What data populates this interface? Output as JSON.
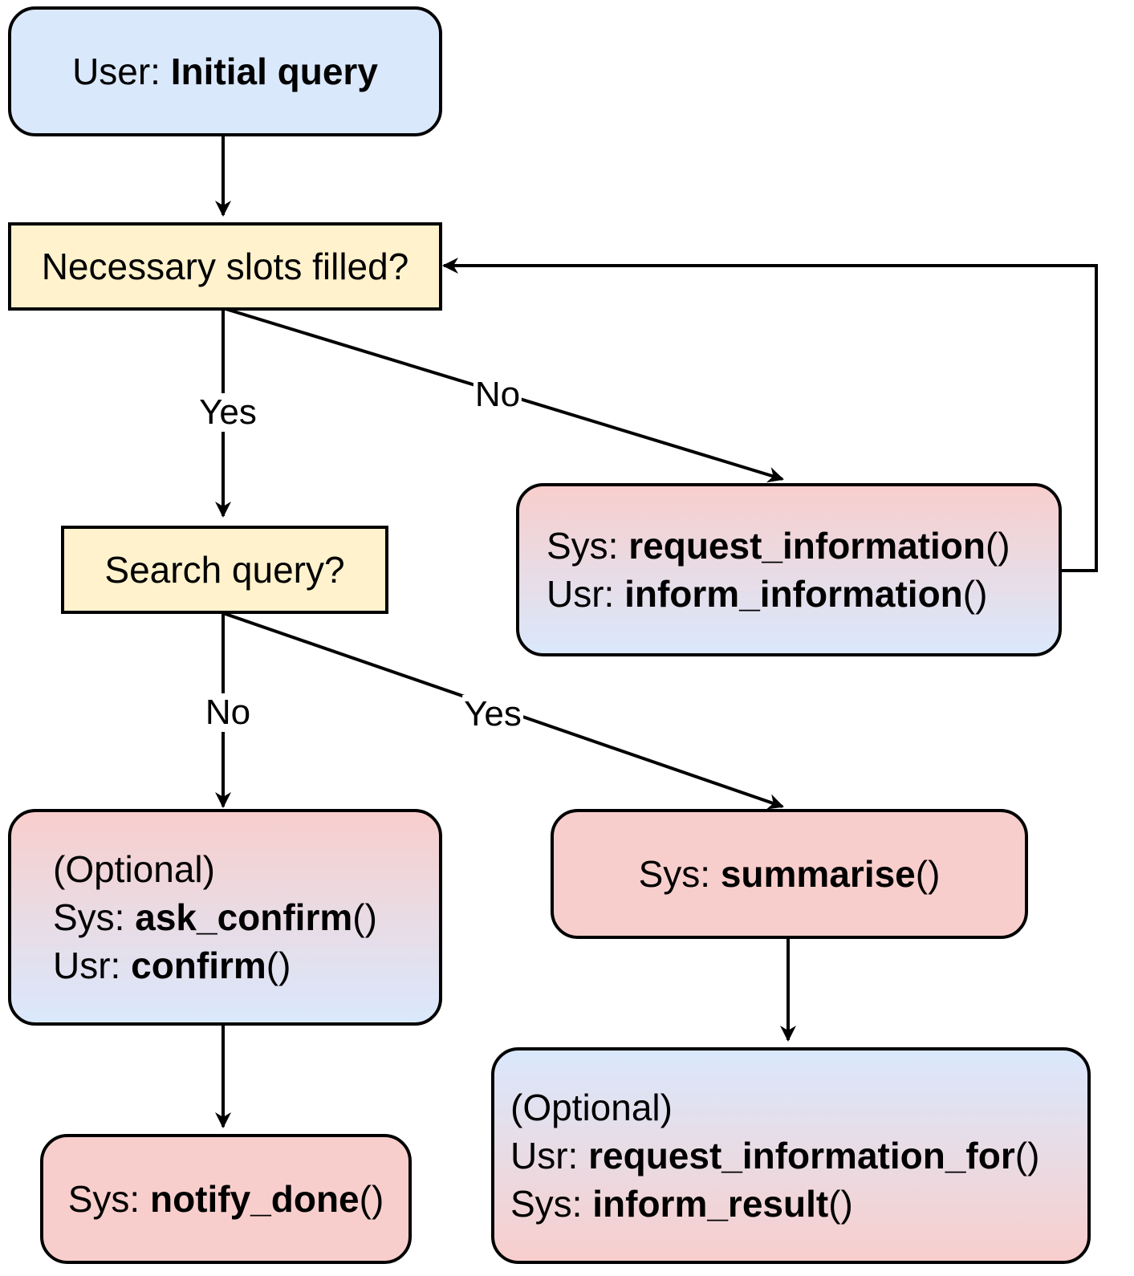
{
  "nodes": {
    "initial_query": {
      "prefix": "User: ",
      "bold": "Initial query"
    },
    "slots_filled": {
      "text": "Necessary slots filled?"
    },
    "search_query": {
      "text": "Search query?"
    },
    "request_info": {
      "line1_prefix": "Sys: ",
      "line1_bold": "request_information",
      "line1_suffix": "()",
      "line2_prefix": "Usr: ",
      "line2_bold": "inform_information",
      "line2_suffix": "()"
    },
    "confirm_box": {
      "optional": "(Optional)",
      "line1_prefix": "Sys: ",
      "line1_bold": "ask_confirm",
      "line1_suffix": "()",
      "line2_prefix": "Usr: ",
      "line2_bold": "confirm",
      "line2_suffix": "()"
    },
    "summarise": {
      "prefix": "Sys: ",
      "bold": "summarise",
      "suffix": "()"
    },
    "notify_done": {
      "prefix": "Sys: ",
      "bold": "notify_done",
      "suffix": "()"
    },
    "result_box": {
      "optional": "(Optional)",
      "line1_prefix": "Usr: ",
      "line1_bold": "request_information_for",
      "line1_suffix": "()",
      "line2_prefix": "Sys: ",
      "line2_bold": "inform_result",
      "line2_suffix": "()"
    }
  },
  "edge_labels": {
    "slots_yes": "Yes",
    "slots_no": "No",
    "search_no": "No",
    "search_yes": "Yes"
  },
  "colors": {
    "decision_fill": "#fff2cc",
    "user_fill": "#dae8fc",
    "system_fill": "#f8cecc",
    "stroke": "#000000"
  }
}
